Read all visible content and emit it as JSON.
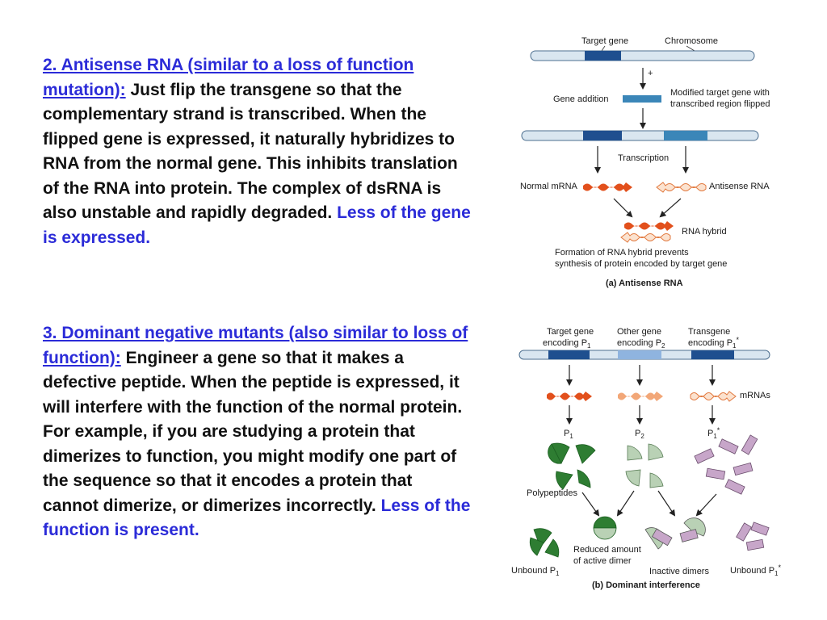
{
  "section2": {
    "heading": "2. Antisense RNA (similar to a loss of function mutation):",
    "body": " Just flip the transgene so that the complementary strand is transcribed. When the flipped gene is expressed, it naturally hybridizes to RNA from the normal gene. This inhibits translation of the RNA into protein. The complex of dsRNA is also unstable and rapidly degraded. ",
    "conclusion": "Less of the gene is expressed."
  },
  "section3": {
    "heading": "3. Dominant negative mutants (also similar to loss of function):",
    "body": " Engineer a gene so that it makes a defective peptide. When the peptide is expressed, it will interfere with the function of the normal protein. For example, if you are studying a protein that dimerizes to function, you might modify one part of the sequence so that it encodes a protein that cannot dimerize, or dimerizes incorrectly. ",
    "conclusion": "Less of the function is present."
  },
  "figure_a": {
    "target_gene": "Target gene",
    "chromosome": "Chromosome",
    "plus": "+",
    "gene_addition": "Gene addition",
    "modified_line1": "Modified target gene with",
    "modified_line2": "transcribed region flipped",
    "transcription": "Transcription",
    "normal_mrna": "Normal mRNA",
    "antisense_rna": "Antisense RNA",
    "rna_hybrid": "RNA hybrid",
    "formation_line1": "Formation of RNA hybrid prevents",
    "formation_line2": "synthesis of protein encoded by target gene",
    "caption": "(a) Antisense RNA"
  },
  "figure_b": {
    "target_line1": "Target gene",
    "target_line2": "encoding P",
    "other_line1": "Other gene",
    "other_line2": "encoding P",
    "transgene_line1": "Transgene",
    "transgene_line2": "encoding P",
    "mrnas": "mRNAs",
    "p": "P",
    "sub1": "1",
    "sub2": "2",
    "star": "*",
    "polypeptides": "Polypeptides",
    "reduced_line1": "Reduced amount",
    "reduced_line2": "of active dimer",
    "inactive_dimers": "Inactive dimers",
    "unbound_p": "Unbound P",
    "caption": "(b) Dominant interference"
  },
  "colors": {
    "link_blue": "#2b2bd8",
    "chromosome_fill": "#d9e6f0",
    "gene_dark": "#1f4f8f",
    "gene_mid": "#3b86b8",
    "gene_light": "#8fb4df",
    "mrna_red": "#e2501c",
    "mrna_light": "#f2a778",
    "protein_green": "#2e7d32",
    "protein_pale": "#b9d1b5",
    "protein_mauve": "#c7a6c9"
  }
}
